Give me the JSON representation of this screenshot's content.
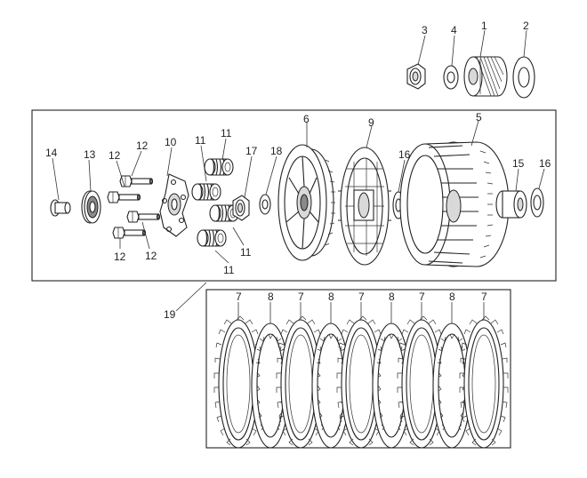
{
  "callouts": {
    "c1": "1",
    "c2": "2",
    "c3": "3",
    "c4": "4",
    "c5": "5",
    "c6": "6",
    "c7": "7",
    "c8": "8",
    "c9": "9",
    "c10": "10",
    "c11": "11",
    "c12": "12",
    "c13": "13",
    "c14": "14",
    "c15": "15",
    "c16": "16",
    "c17": "17",
    "c18": "18",
    "c19": "19"
  },
  "colors": {
    "line": "#222222",
    "background": "#ffffff",
    "shade": "#d9d9d9"
  }
}
